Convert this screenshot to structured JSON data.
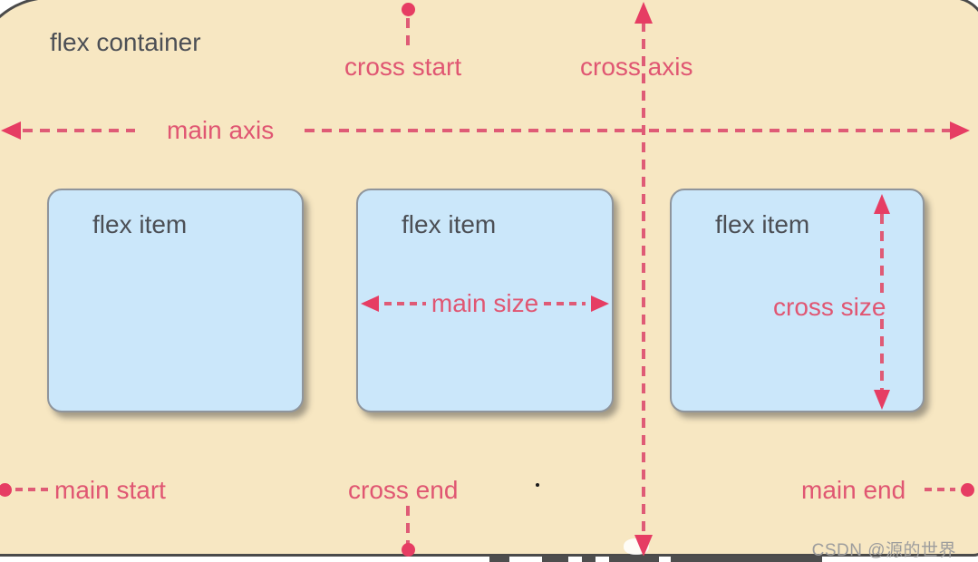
{
  "palette": {
    "page_bg": "#ffffff",
    "container_bg": "#f7e7c2",
    "container_border": "#4a4a4a",
    "item_bg": "#cbe7fa",
    "item_border": "#8f959c",
    "dark_text": "#4c4f55",
    "pink_text": "#e05672",
    "pink_line": "#df5b76",
    "pink_solid": "#e63d63",
    "watermark_color": "#9d9d9d"
  },
  "container": {
    "label": "flex container"
  },
  "axes": {
    "main": {
      "label": "main axis"
    },
    "cross": {
      "label": "cross axis"
    }
  },
  "markers": {
    "main_start": "main start",
    "main_end": "main end",
    "cross_start": "cross start",
    "cross_end": "cross end"
  },
  "items": [
    {
      "label": "flex item"
    },
    {
      "label": "flex item",
      "size_label": "main size"
    },
    {
      "label": "flex item",
      "size_label": "cross size"
    }
  ],
  "watermark": "CSDN @源的世界"
}
